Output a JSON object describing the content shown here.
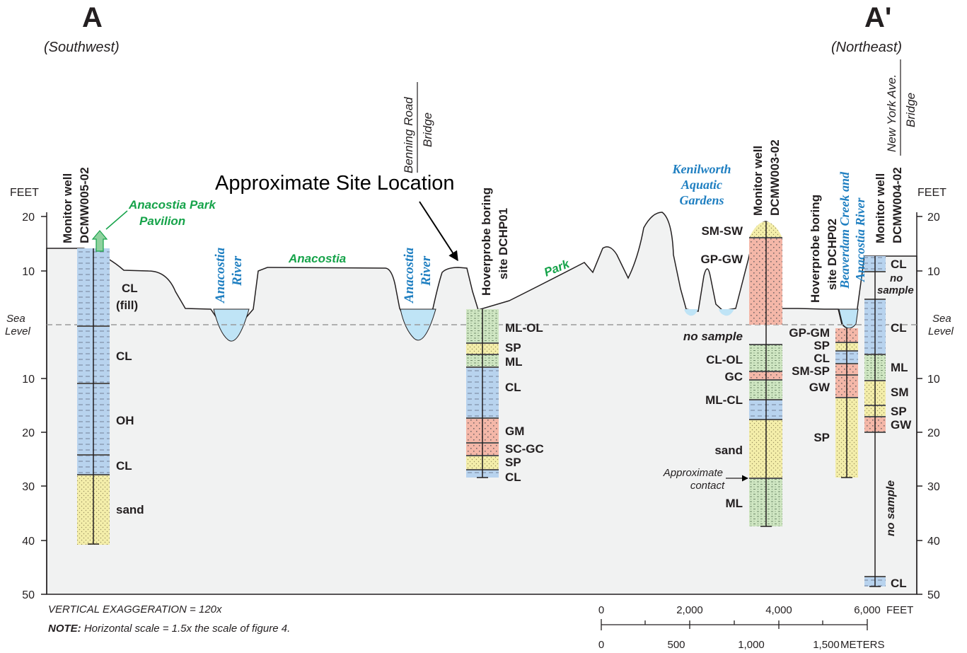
{
  "header": {
    "left_letter": "A",
    "left_direction": "(Southwest)",
    "right_letter": "A'",
    "right_direction": "(Northeast)",
    "site_label": "Approximate Site Location"
  },
  "axes": {
    "unit_label": "FEET",
    "sea_level_line1": "Sea",
    "sea_level_line2": "Level",
    "top_ticks": [
      "20",
      "10"
    ],
    "bottom_ticks": [
      "10",
      "20",
      "30",
      "40",
      "50"
    ]
  },
  "features": {
    "bridge1_line1": "Benning Road",
    "bridge1_line2": "Bridge",
    "bridge2_line1": "New York Ave.",
    "bridge2_line2": "Bridge",
    "pavilion_line1": "Anacostia Park",
    "pavilion_line2": "Pavilion",
    "river1_line1": "Anacostia",
    "river1_line2": "River",
    "river2_line1": "Anacostia",
    "river2_line2": "River",
    "park_word1": "Anacostia",
    "park_word2": "Park",
    "kenilworth_line1": "Kenilworth",
    "kenilworth_line2": "Aquatic",
    "kenilworth_line3": "Gardens",
    "beaverdam_line1": "Beaverdam Creek and",
    "beaverdam_line2": "Anacostia River"
  },
  "wells": {
    "w1_line1": "Monitor well",
    "w1_line2": "DCMW005-02",
    "w2_line1": "Hoverprobe boring",
    "w2_line2": "site DCHP01",
    "w3_line1": "Monitor well",
    "w3_line2": "DCMW003-02",
    "w4_line1": "Hoverprobe boring",
    "w4_line2": "site DCHP02",
    "w5_line1": "Monitor well",
    "w5_line2": "DCMW004-02"
  },
  "units": {
    "w1": [
      "CL",
      "(fill)",
      "CL",
      "OH",
      "CL",
      "sand"
    ],
    "w2": [
      "ML-OL",
      "SP",
      "ML",
      "CL",
      "GM",
      "SC-GC",
      "SP",
      "CL"
    ],
    "w3": [
      "SM-SW",
      "GP-GW",
      "no sample",
      "CL-OL",
      "GC",
      "ML-CL",
      "sand",
      "ML"
    ],
    "w4": [
      "GP-GM",
      "SP",
      "CL",
      "SM-SP",
      "GW",
      "SP"
    ],
    "w5": [
      "CL",
      "no",
      "sample",
      "CL",
      "ML",
      "SM",
      "SP",
      "GW",
      "no sample",
      "CL"
    ]
  },
  "annotations": {
    "contact_line1": "Approximate",
    "contact_line2": "contact"
  },
  "footer": {
    "exaggeration": "VERTICAL EXAGGERATION = 120x",
    "note_label": "NOTE:",
    "note_text": " Horizontal scale = 1.5x the scale of figure 4."
  },
  "scale_bar": {
    "feet_ticks": [
      "0",
      "2,000",
      "4,000",
      "6,000"
    ],
    "feet_unit": "FEET",
    "meter_ticks": [
      "0",
      "500",
      "1,000",
      "1,500"
    ],
    "meter_unit": "METERS"
  },
  "colors": {
    "clay_blue": "#b8d3ee",
    "sand_yellow": "#f4eeaa",
    "silt_green": "#cfe6c2",
    "gravel_red": "#f4b7a8",
    "water_blue": "#bfe4f6",
    "ground_fill": "#f1f2f2",
    "label_blue": "#1f7fc1",
    "label_green": "#16a34a"
  }
}
